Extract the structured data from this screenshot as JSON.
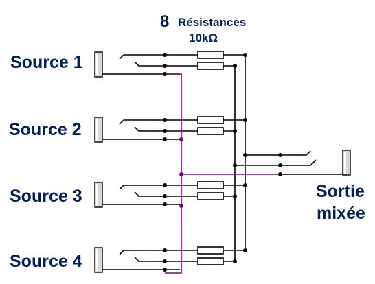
{
  "title": {
    "count": "8",
    "word": "Résistances",
    "value": "10kΩ"
  },
  "sources": [
    {
      "label": "Source 1"
    },
    {
      "label": "Source 2"
    },
    {
      "label": "Source 3"
    },
    {
      "label": "Source 4"
    }
  ],
  "output": {
    "line1": "Sortie",
    "line2": "mixée"
  },
  "resistor_count": 8,
  "colors": {
    "text": "#00205c",
    "wire": "#000000",
    "ground_bus": "#800080",
    "jack_fill": "#d8d8d8"
  }
}
